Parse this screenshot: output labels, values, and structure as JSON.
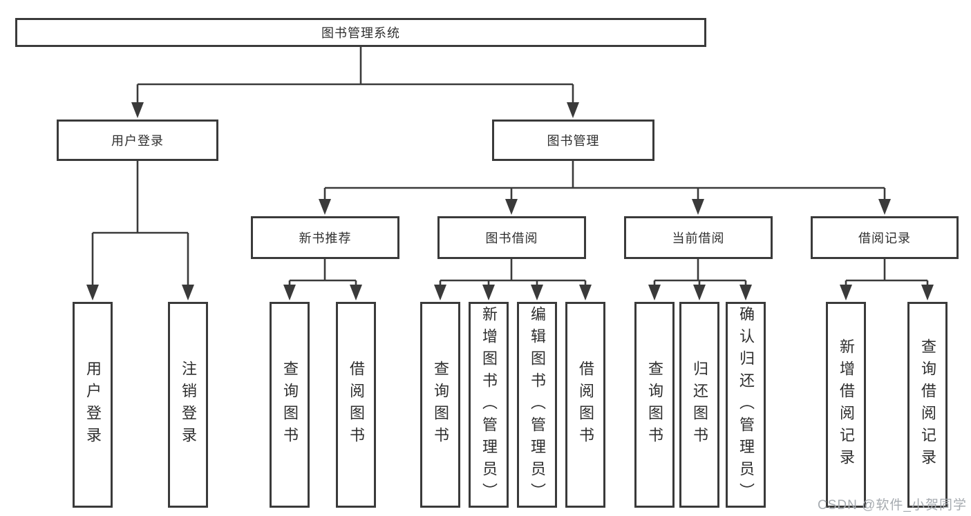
{
  "tree": {
    "root": {
      "label": "图书管理系统"
    },
    "level2": [
      {
        "label": "用户登录"
      },
      {
        "label": "图书管理"
      }
    ],
    "level3": [
      {
        "label": "新书推荐"
      },
      {
        "label": "图书借阅"
      },
      {
        "label": "当前借阅"
      },
      {
        "label": "借阅记录"
      }
    ],
    "leaves": {
      "user_login": [
        {
          "label": "用户登录"
        },
        {
          "label": "注销登录"
        }
      ],
      "new_books": [
        {
          "label": "查询图书"
        },
        {
          "label": "借阅图书"
        }
      ],
      "book_borrow": [
        {
          "label": "查询图书"
        },
        {
          "label": "新增图书（管理员）"
        },
        {
          "label": "编辑图书（管理员）"
        },
        {
          "label": "借阅图书"
        }
      ],
      "current_borrow": [
        {
          "label": "查询图书"
        },
        {
          "label": "归还图书"
        },
        {
          "label": "确认归还（管理员）"
        }
      ],
      "borrow_records": [
        {
          "label": "新增借阅记录"
        },
        {
          "label": "查询借阅记录"
        }
      ]
    }
  },
  "watermark": "CSDN @软件_小贺同学",
  "colors": {
    "line": "#3a3a3a",
    "box_border": "#3a3a3a",
    "text": "#2e2e2e",
    "watermark": "#a6abb0",
    "background": "#ffffff"
  }
}
